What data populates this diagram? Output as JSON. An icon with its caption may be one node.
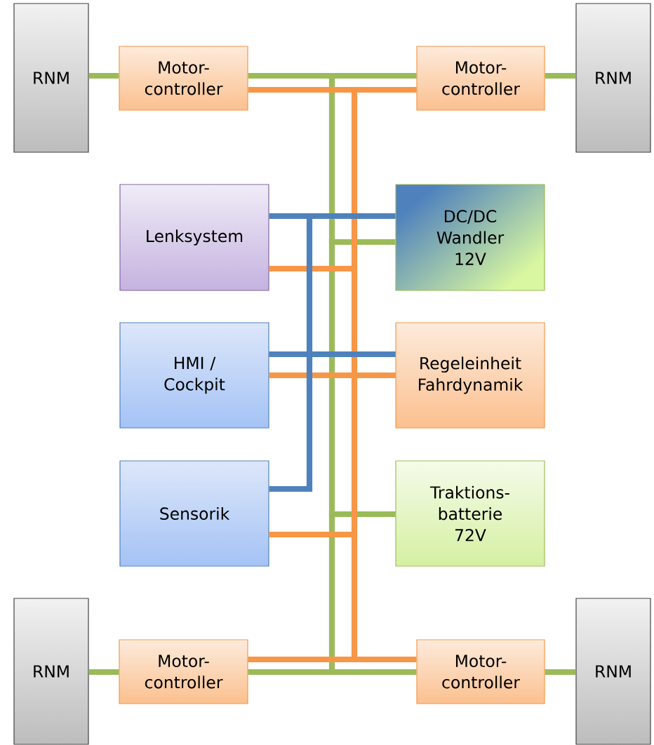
{
  "diagram": {
    "nodes": [
      {
        "text": [
          "RNM"
        ]
      },
      {
        "text": [
          "Motor- controller"
        ]
      },
      {
        "text": [
          "Motor- controller"
        ]
      },
      {
        "text": [
          "RNM"
        ]
      },
      {
        "text": [
          "Lenksystem"
        ]
      },
      {
        "text": [
          "DC/DC Wandler 12V"
        ]
      },
      {
        "text": [
          "HMI / Cockpit"
        ]
      },
      {
        "text": [
          "Regeleinheit Fahrdynamik"
        ]
      },
      {
        "text": [
          "Sensorik"
        ]
      },
      {
        "text": [
          "Traktions- batterie 72V"
        ]
      },
      {
        "text": [
          "RNM"
        ]
      },
      {
        "text": [
          "Motor- controller"
        ]
      },
      {
        "text": [
          "Motor- controller"
        ]
      },
      {
        "text": [
          "RNM"
        ]
      }
    ],
    "edges": [
      {
        "from": 0,
        "to": 1,
        "arrow": "none"
      },
      {
        "from": 2,
        "to": 3,
        "arrow": "none"
      },
      {
        "from": 10,
        "to": 11,
        "arrow": "none"
      },
      {
        "from": 12,
        "to": 13,
        "arrow": "none"
      },
      {
        "from": 1,
        "to": 2,
        "arrow": "none"
      },
      {
        "from": 2,
        "to": 5,
        "arrow": "none"
      },
      {
        "from": 5,
        "to": 9,
        "arrow": "none"
      },
      {
        "from": 9,
        "to": 11,
        "arrow": "none"
      },
      {
        "from": 11,
        "to": 12,
        "arrow": "none"
      },
      {
        "from": 1,
        "to": 2,
        "arrow": "none",
        "color": "#f79646"
      },
      {
        "from": 2,
        "to": 4,
        "arrow": "none",
        "color": "#f79646"
      },
      {
        "from": 4,
        "to": 6,
        "arrow": "none",
        "color": "#f79646"
      },
      {
        "from": 6,
        "to": 7,
        "arrow": "none",
        "color": "#f79646"
      },
      {
        "from": 7,
        "to": 8,
        "arrow": "none",
        "color": "#f79646"
      },
      {
        "from": 8,
        "to": 11,
        "arrow": "none",
        "color": "#f79646"
      },
      {
        "from": 11,
        "to": 12,
        "arrow": "none",
        "color": "#f79646"
      },
      {
        "from": 4,
        "to": 5,
        "arrow": "none",
        "color": "#4f81bd"
      },
      {
        "from": 5,
        "to": 6,
        "arrow": "none",
        "color": "#4f81bd"
      },
      {
        "from": 6,
        "to": 7,
        "arrow": "none",
        "color": "#4f81bd"
      },
      {
        "from": 7,
        "to": 8,
        "arrow": "none",
        "color": "#4f81bd"
      }
    ]
  }
}
